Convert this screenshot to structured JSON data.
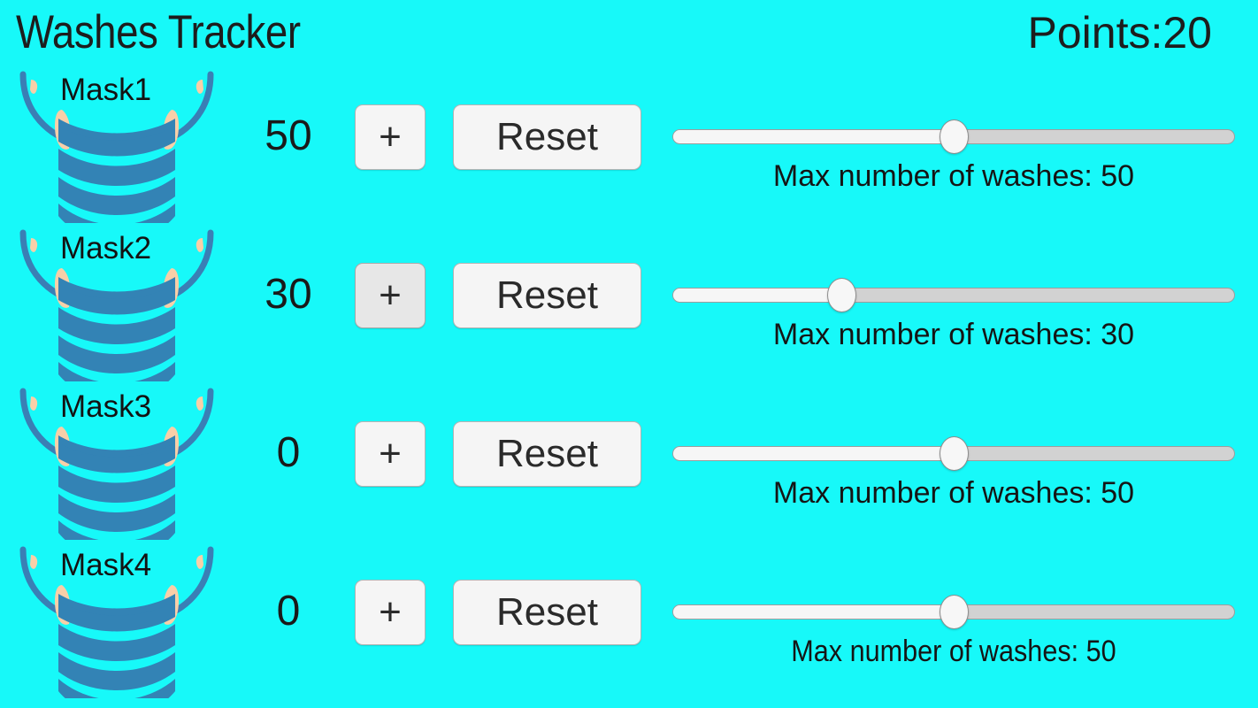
{
  "header": {
    "title": "Washes Tracker",
    "points_label": "Points:20"
  },
  "buttons": {
    "plus_label": "+",
    "reset_label": "Reset"
  },
  "colors": {
    "background": "#17f9f9",
    "mask_body": "#3383b5",
    "mask_strap": "#3a7fb5",
    "mask_ear": "#f8cfa8",
    "button_face": "#f5f5f5",
    "button_face_active": "#e7e7e7",
    "slider_fill": "#f6f6f6",
    "slider_track": "#d2d2d2",
    "text": "#1d1d1d"
  },
  "rows": [
    {
      "mask_label": "Mask1",
      "count": "50",
      "plus_label": "+",
      "reset_label": "Reset",
      "plus_active": false,
      "slider_percent": 50,
      "slider_caption": "Max number of washes: 50",
      "max_washes": 50
    },
    {
      "mask_label": "Mask2",
      "count": "30",
      "plus_label": "+",
      "reset_label": "Reset",
      "plus_active": true,
      "slider_percent": 30,
      "slider_caption": "Max number of washes: 30",
      "max_washes": 30
    },
    {
      "mask_label": "Mask3",
      "count": "0",
      "plus_label": "+",
      "reset_label": "Reset",
      "plus_active": false,
      "slider_percent": 50,
      "slider_caption": "Max number of washes: 50",
      "max_washes": 50
    },
    {
      "mask_label": "Mask4",
      "count": "0",
      "plus_label": "+",
      "reset_label": "Reset",
      "plus_active": false,
      "slider_percent": 50,
      "slider_caption": "Max number of washes: 50",
      "max_washes": 50
    }
  ],
  "icons": {
    "mask": "face-mask-icon",
    "plus": "plus-icon"
  }
}
